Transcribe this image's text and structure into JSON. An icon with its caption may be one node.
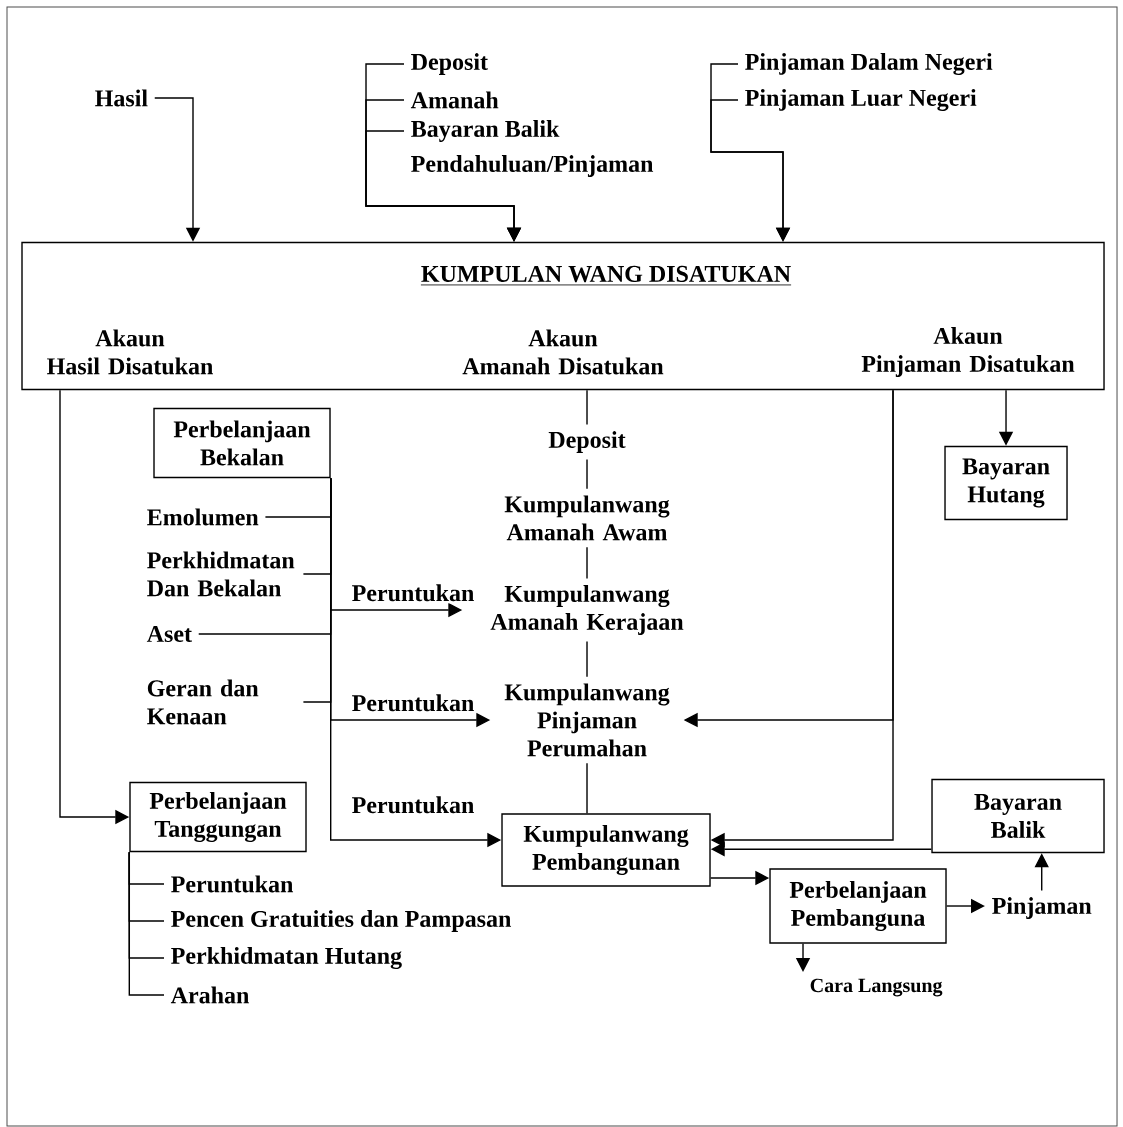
{
  "diagram": {
    "nodes": [
      {
        "text": [
          "Hasil"
        ]
      },
      {
        "text": [
          "Deposit"
        ]
      },
      {
        "text": [
          "Amanah"
        ]
      },
      {
        "text": [
          "Bayaran Balik"
        ]
      },
      {
        "text": [
          "Pinjaman Dalam Negeri"
        ]
      },
      {
        "text": [
          "Pinjaman Luar Negeri"
        ]
      },
      {
        "text": [
          "KUMPULAN WANG DISATUKAN",
          "Akaun Hasil Disatukan",
          "Akaun Amanah Disatukan",
          "Akaun Pinjaman Disatukan"
        ]
      },
      {
        "text": [
          "Perbelanjaan Bekalan"
        ]
      },
      {
        "text": [
          "Deposit"
        ]
      },
      {
        "text": [
          "Bayaran Hutang"
        ]
      },
      {
        "text": [
          "Emolumen"
        ]
      },
      {
        "text": [
          "Kumpulanwang Amanah Awam"
        ]
      },
      {
        "text": [
          "Perkhidmatan Dan Bekalan"
        ]
      },
      {
        "text": [
          "Aset"
        ]
      },
      {
        "text": [
          "Kumpulanwang Amanah Kerajaan"
        ]
      },
      {
        "text": [
          "Geran dan Kenaan"
        ]
      },
      {
        "text": [
          "Kumpulanwang Pinjaman Perumahan"
        ]
      },
      {
        "text": [
          "Perbelanjaan Tanggungan"
        ]
      },
      {
        "text": [
          "Bayaran Balik"
        ]
      },
      {
        "text": [
          "Kumpulanwang Pembangunan"
        ]
      },
      {
        "text": [
          "Perbelanjaan Pembanguna"
        ]
      },
      {
        "text": [
          "Pinjaman"
        ]
      },
      {
        "text": [
          "Peruntukan"
        ]
      },
      {
        "text": [
          "Pencen Gratuities dan Pampasan"
        ]
      },
      {
        "text": [
          "Perkhidmatan Hutang"
        ]
      },
      {
        "text": [
          "Cara Langsung"
        ]
      },
      {
        "text": [
          "Arahan"
        ]
      }
    ],
    "edges": [
      {
        "from": 0,
        "to": 6,
        "arrow": "to"
      },
      {
        "from": 1,
        "to": 6,
        "arrow": "to"
      },
      {
        "from": 2,
        "to": 6,
        "arrow": "to"
      },
      {
        "from": 3,
        "to": 6,
        "arrow": "to"
      },
      {
        "from": 4,
        "to": 6,
        "arrow": "to"
      },
      {
        "from": 5,
        "to": 6,
        "arrow": "to"
      },
      {
        "from": 6,
        "to": 17,
        "arrow": "to"
      },
      {
        "from": 6,
        "to": 8,
        "arrow": "none"
      },
      {
        "from": 8,
        "to": 11,
        "arrow": "none"
      },
      {
        "from": 11,
        "to": 14,
        "arrow": "none"
      },
      {
        "from": 14,
        "to": 16,
        "arrow": "none"
      },
      {
        "from": 16,
        "to": 19,
        "arrow": "none"
      },
      {
        "from": 6,
        "to": 16,
        "arrow": "to"
      },
      {
        "from": 6,
        "to": 19,
        "arrow": "to"
      },
      {
        "from": 6,
        "to": 9,
        "arrow": "to"
      },
      {
        "from": 10,
        "to": 7,
        "arrow": "none"
      },
      {
        "from": 12,
        "to": 7,
        "arrow": "none"
      },
      {
        "from": 13,
        "to": 7,
        "arrow": "none"
      },
      {
        "from": 15,
        "to": 7,
        "arrow": "none"
      },
      {
        "from": 7,
        "to": 14,
        "arrow": "to",
        "label": "Peruntukan"
      },
      {
        "from": 7,
        "to": 16,
        "arrow": "to",
        "label": "Peruntukan"
      },
      {
        "from": 7,
        "to": 19,
        "arrow": "to",
        "label": "Peruntukan"
      },
      {
        "from": 17,
        "to": 22,
        "arrow": "none"
      },
      {
        "from": 17,
        "to": 23,
        "arrow": "none"
      },
      {
        "from": 17,
        "to": 24,
        "arrow": "none"
      },
      {
        "from": 17,
        "to": 26,
        "arrow": "none"
      },
      {
        "from": 19,
        "to": 20,
        "arrow": "to"
      },
      {
        "from": 18,
        "to": 19,
        "arrow": "to"
      },
      {
        "from": 20,
        "to": 21,
        "arrow": "to"
      },
      {
        "from": 21,
        "to": 18,
        "arrow": "to"
      },
      {
        "from": 20,
        "to": 25,
        "arrow": "to"
      }
    ],
    "labels": [
      "Pendahuluan/Pinjaman"
    ]
  }
}
